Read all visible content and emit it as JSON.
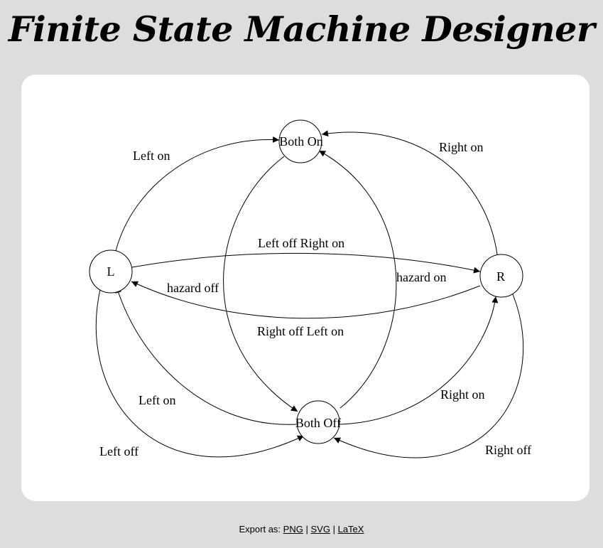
{
  "page": {
    "title": "Finite State Machine Designer"
  },
  "diagram": {
    "states": [
      {
        "id": "both_on",
        "label": "Both On"
      },
      {
        "id": "L",
        "label": "L"
      },
      {
        "id": "R",
        "label": "R"
      },
      {
        "id": "both_off",
        "label": "Both Off"
      }
    ],
    "transitions": [
      {
        "from": "L",
        "to": "both_on",
        "label": "Left on"
      },
      {
        "from": "R",
        "to": "both_on",
        "label": "Right on"
      },
      {
        "from": "L",
        "to": "R",
        "label": "Left off Right on"
      },
      {
        "from": "R",
        "to": "L",
        "label": "hazard off"
      },
      {
        "from": "both_off",
        "to": "both_on",
        "label": "hazard on"
      },
      {
        "from": "both_on",
        "to": "both_off",
        "label": "Right off Left on"
      },
      {
        "from": "both_off",
        "to": "L",
        "label": "Left on"
      },
      {
        "from": "L",
        "to": "both_off",
        "label": "Left off"
      },
      {
        "from": "both_off",
        "to": "R",
        "label": "Right on"
      },
      {
        "from": "R",
        "to": "both_off",
        "label": "Right off"
      }
    ]
  },
  "export": {
    "prefix": "Export as:",
    "separator": "|",
    "png": "PNG",
    "svg": "SVG",
    "latex": "LaTeX"
  }
}
